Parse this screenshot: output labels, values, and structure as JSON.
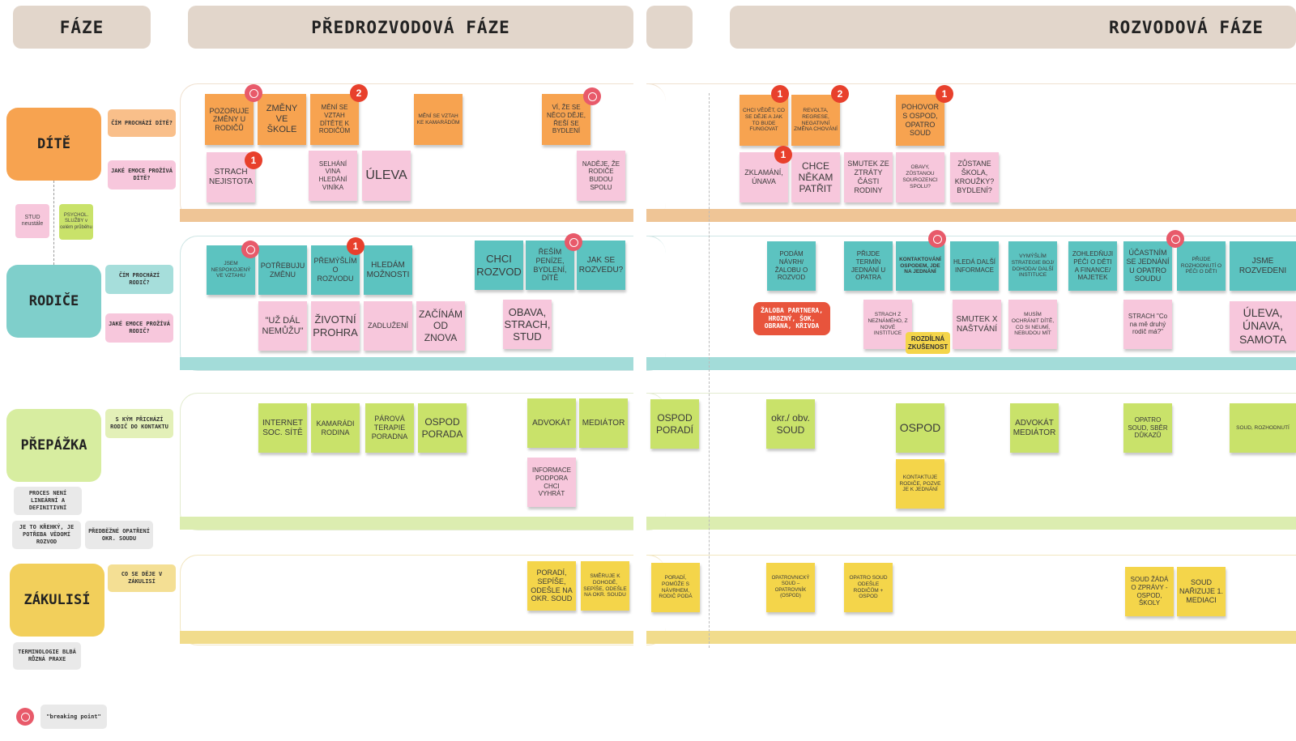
{
  "phases": {
    "phase_col": "FÁZE",
    "pre": "PŘEDROZVODOVÁ FÁZE",
    "div": "ROZVODOVÁ FÁZE"
  },
  "roles": {
    "child": "DÍTĚ",
    "parents": "RODIČE",
    "bulkhead": "PŘEPÁŽKA",
    "backstage": "ZÁKULISÍ"
  },
  "questions": {
    "child_through": "ČÍM PROCHÁZÍ DÍTĚ?",
    "child_emotions": "JAKÉ EMOCE PROŽÍVÁ DÍTĚ?",
    "parent_through": "ČÍM PROCHÁZÍ RODIČ?",
    "parent_emotions": "JAKÉ EMOCE PROŽÍVÁ RODIČ?",
    "bulkhead_contact": "S KÝM PŘICHÁZÍ RODIČ DO KONTAKTU",
    "backstage_what": "CO SE DĚJE V ZÁKULISÍ"
  },
  "side_notes": {
    "shame": "STUD neustále",
    "psych": "PSYCHOL. SLUŽBY v celém průběhu",
    "nonlinear": "PROCES NENÍ LINEÁRNÍ A DEFINITIVNÍ",
    "fragile": "JE TO KŘEHKÝ, JE POTŘEBA VĚDOMÍ ROZVOD",
    "interim": "PŘEDBĚŽNÉ OPATŘENÍ OKR. SOUDU",
    "terminology": "TERMINOLOGIE BLBÁ RŮZNÁ PRAXE",
    "legend": "\"breaking point\""
  },
  "child_pre_top": [
    "POZORUJE ZMĚNY U RODIČŮ",
    "ZMĚNY VE ŠKOLE",
    "MĚNÍ SE VZTAH DÍTĚTE K RODIČŮM",
    "MĚNÍ SE VZTAH KE KAMARÁDŮM",
    "VÍ, ŽE SE NĚCO DĚJE, ŘEŠÍ SE BYDLENÍ"
  ],
  "child_pre_bottom": [
    "STRACH NEJISTOTA",
    "SELHÁNÍ VINA HLEDÁNÍ VINÍKA",
    "ÚLEVA",
    "NADĚJE, ŽE RODIČE BUDOU SPOLU"
  ],
  "child_div_top": [
    "CHCI VĚDĚT, CO SE DĚJE A JAK TO BUDE FUNGOVAT",
    "REVOLTA, REGRESE, NEGATIVNÍ ZMĚNA CHOVÁNÍ",
    "POHOVOR S OSPOD, OPATRO SOUD"
  ],
  "child_div_bottom": [
    "ZKLAMÁNÍ, ÚNAVA",
    "CHCE NĚKAM PATŘIT",
    "SMUTEK ZE ZTRÁTY ČÁSTI RODINY",
    "OBAVY, ZŮSTANOU SOUROZENCI SPOLU?",
    "ZŮSTANE ŠKOLA, KROUŽKY? BYDLENÍ?"
  ],
  "parent_pre_top": [
    "JSEM NESPOKOJENÝ VE VZTAHU",
    "POTŘEBUJU ZMĚNU",
    "PŘEMÝŠLÍM O ROZVODU",
    "HLEDÁM MOŽNOSTI",
    "CHCI ROZVOD",
    "ŘEŠÍM PENÍZE, BYDLENÍ, DÍTĚ",
    "JAK SE ROZVEDU?"
  ],
  "parent_pre_bottom": [
    "\"UŽ DÁL NEMŮŽU\"",
    "ŽIVOTNÍ PROHRA",
    "ZADLUŽENÍ",
    "ZAČÍNÁM OD ZNOVA",
    "OBAVA, STRACH, STUD"
  ],
  "parent_div_top": [
    "PODÁM NÁVRH/ ŽALOBU O ROZVOD",
    "PŘIJDE TERMÍN JEDNÁNÍ U OPATRA",
    "KONTAKTOVÁNÍ OSPODEM, JDE NA JEDNÁNÍ",
    "HLEDÁ DALŠÍ INFORMACE",
    "VYMÝŠLÍM STRATEGIE boj/ dohoda/ další instituce",
    "ZOHLEDŇUJI PÉČI O DĚTI A FINANCE/ MAJETEK",
    "ÚČASTNÍM SE JEDNÁNÍ U OPATRO SOUDU",
    "PŘIJDE ROZHODNUTÍ O PÉČI O DĚTI",
    "JSME ROZVEDENI"
  ],
  "parent_div_bottom": [
    "ŽALOBA PARTNERA, HROZNÝ, ŠOK, OBRANA, KŘIVDA",
    "STRACH Z NEZNÁMÉHO, Z NOVÉ INSTITUCE",
    "ROZDÍLNÁ ZKUŠENOST",
    "SMUTEK X NAŠTVÁNÍ",
    "MUSÍM OCHRÁNIT DÍTĚ, CO SI NEUMÍ, NEBUDOU MÍT",
    "STRACH \"Co na mě druhý rodič má?\"",
    "ÚLEVA, ÚNAVA, SAMOTA"
  ],
  "bulk_pre": [
    "INTERNET SOC. SÍTĚ",
    "KAMARÁDI RODINA",
    "PÁROVÁ TERAPIE PORADNA",
    "OSPOD PORADA",
    "ADVOKÁT",
    "MEDIÁTOR",
    "INFORMACE PODPORA CHCI VYHRÁT"
  ],
  "bulk_div": [
    "OSPOD PORADÍ",
    "okr./ obv. SOUD",
    "OSPOD",
    "KONTAKTUJE RODIČE, POZVE JE K JEDNÁNÍ",
    "ADVOKÁT MEDIÁTOR",
    "OPATRO SOUD, SBĚR DŮKAZŮ",
    "SOUD, ROZHODNUTÍ"
  ],
  "back_pre": [
    "PORADÍ, SEPÍŠE, ODEŠLE NA OKR. SOUD",
    "SMĚRUJE K DOHODĚ, SEPÍŠE, ODEŠLE NA OKR. SOUDU"
  ],
  "back_div": [
    "PORADÍ, POMŮŽE S NÁVRHEM, RODIČ PODÁ",
    "OPATROVNICKÝ SOUD – OPATROVNÍK (OSPOD)",
    "OPATRO SOUD ODEŠLE RODIČŮM + OSPOD",
    "SOUD ŽÁDÁ O ZPRÁVY - OSPOD, ŠKOLY",
    "SOUD NAŘIZUJE 1. MEDIACI"
  ],
  "badges": {
    "one": "1",
    "two": "2"
  },
  "colors": {
    "child": "#f7a350",
    "parents": "#5cc3c0",
    "bulkhead": "#d7eda0",
    "backstage": "#f4d54a",
    "emotion": "#f7c7dc",
    "breaking": "#e85a6a"
  }
}
